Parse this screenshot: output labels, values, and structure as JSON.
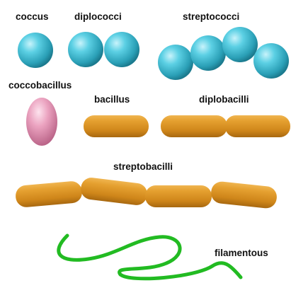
{
  "labels": {
    "coccus": "coccus",
    "diplococci": "diplococci",
    "streptococci": "streptococci",
    "coccobacillus": "coccobacillus",
    "bacillus": "bacillus",
    "diplobacilli": "diplobacilli",
    "streptobacilli": "streptobacilli",
    "filamentous": "filamentous"
  },
  "colors": {
    "coccus": "#38b6cc",
    "coccobacillus": "#e48fb0",
    "bacillus": "#dc8f1c",
    "filament": "#22bb22",
    "text": "#111111"
  }
}
